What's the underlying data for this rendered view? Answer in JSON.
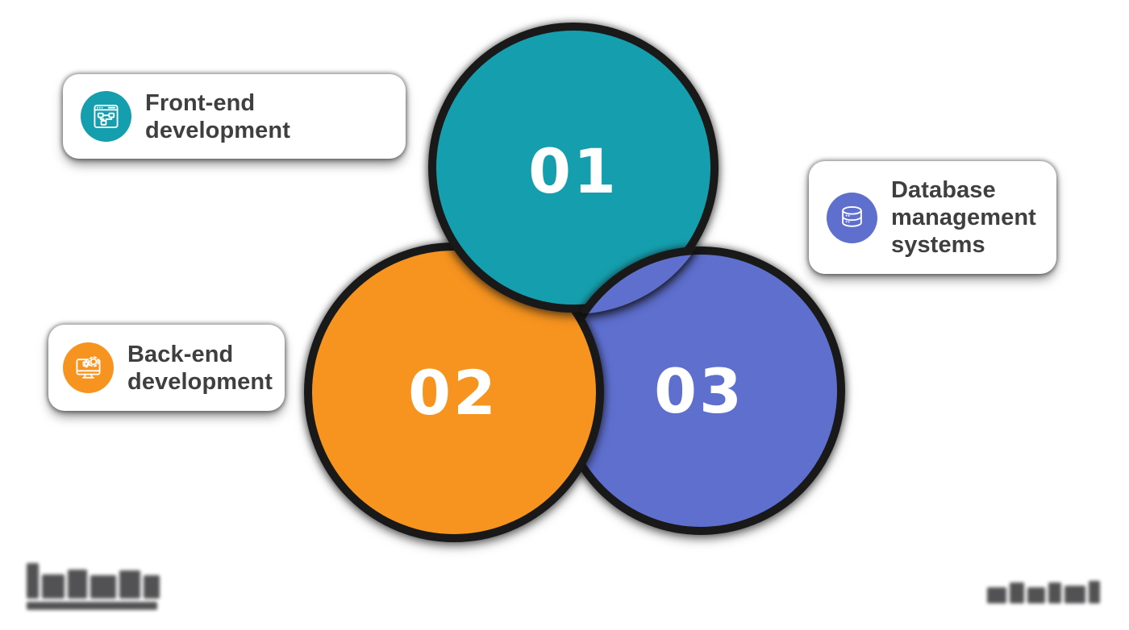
{
  "canvas": {
    "background_color": "#FFFFFF",
    "outline_color": "#191919",
    "number_color": "#FFFFFF",
    "label_color": "#3F3F3F"
  },
  "steps": [
    {
      "number": "01",
      "color": "#159FAE",
      "label": "Front-end development",
      "icon": "browser-sitemap-icon"
    },
    {
      "number": "02",
      "color": "#F7941F",
      "label": "Back-end development",
      "icon": "monitor-gears-icon"
    },
    {
      "number": "03",
      "color": "#5E6FCE",
      "label": "Database management systems",
      "icon": "database-icon"
    }
  ]
}
